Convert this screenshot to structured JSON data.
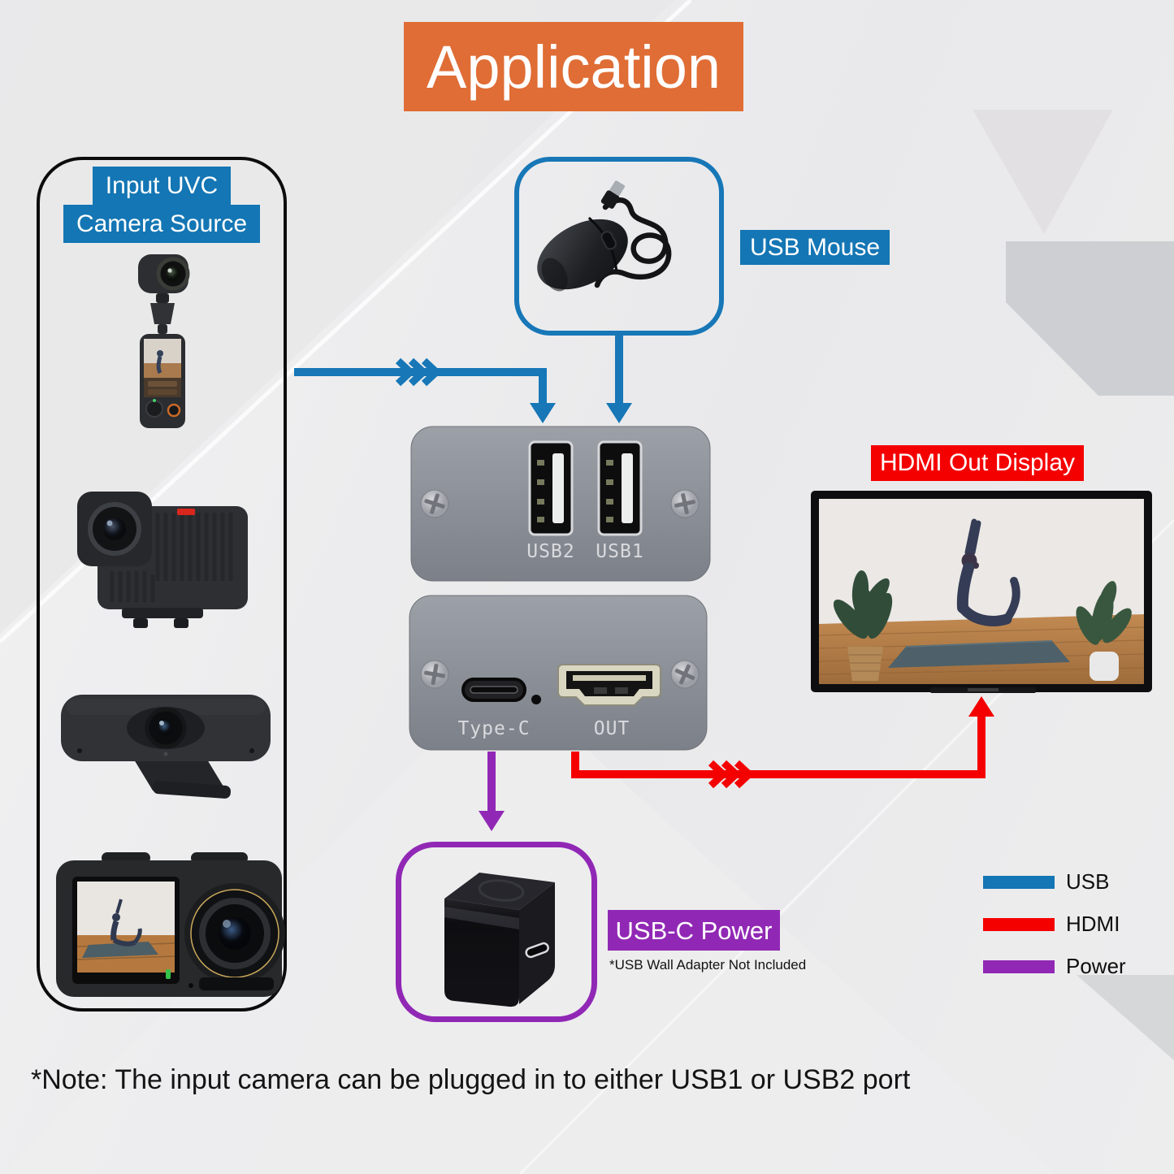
{
  "title": "Application",
  "colors": {
    "orange": "#DF6D35",
    "blue": "#1476B4",
    "red": "#F50000",
    "purple": "#9128B5",
    "panel_gray": "#8B8E95"
  },
  "camera_source": {
    "label_line1": "Input UVC",
    "label_line2": "Camera Source",
    "images": [
      "pocket-gimbal-camera",
      "box-action-camera",
      "usb-webcam",
      "action-camera-with-screen"
    ]
  },
  "usb_mouse": {
    "label": "USB Mouse",
    "image": "wired-usb-mouse"
  },
  "device": {
    "usb_panel": {
      "port_labels": [
        "USB2",
        "USB1"
      ]
    },
    "io_panel": {
      "port_labels": [
        "Type-C",
        "OUT"
      ]
    }
  },
  "hdmi_display": {
    "label": "HDMI Out Display",
    "image": "tv-showing-yoga-video"
  },
  "usbc_power": {
    "label": "USB-C Power",
    "note": "*USB Wall Adapter Not Included",
    "image": "usbc-wall-adapter"
  },
  "legend": [
    {
      "label": "USB",
      "color": "#1476B4"
    },
    {
      "label": "HDMI",
      "color": "#F50000"
    },
    {
      "label": "Power",
      "color": "#9128B5"
    }
  ],
  "footnote": "*Note: The input camera can be plugged in to either USB1 or USB2 port"
}
